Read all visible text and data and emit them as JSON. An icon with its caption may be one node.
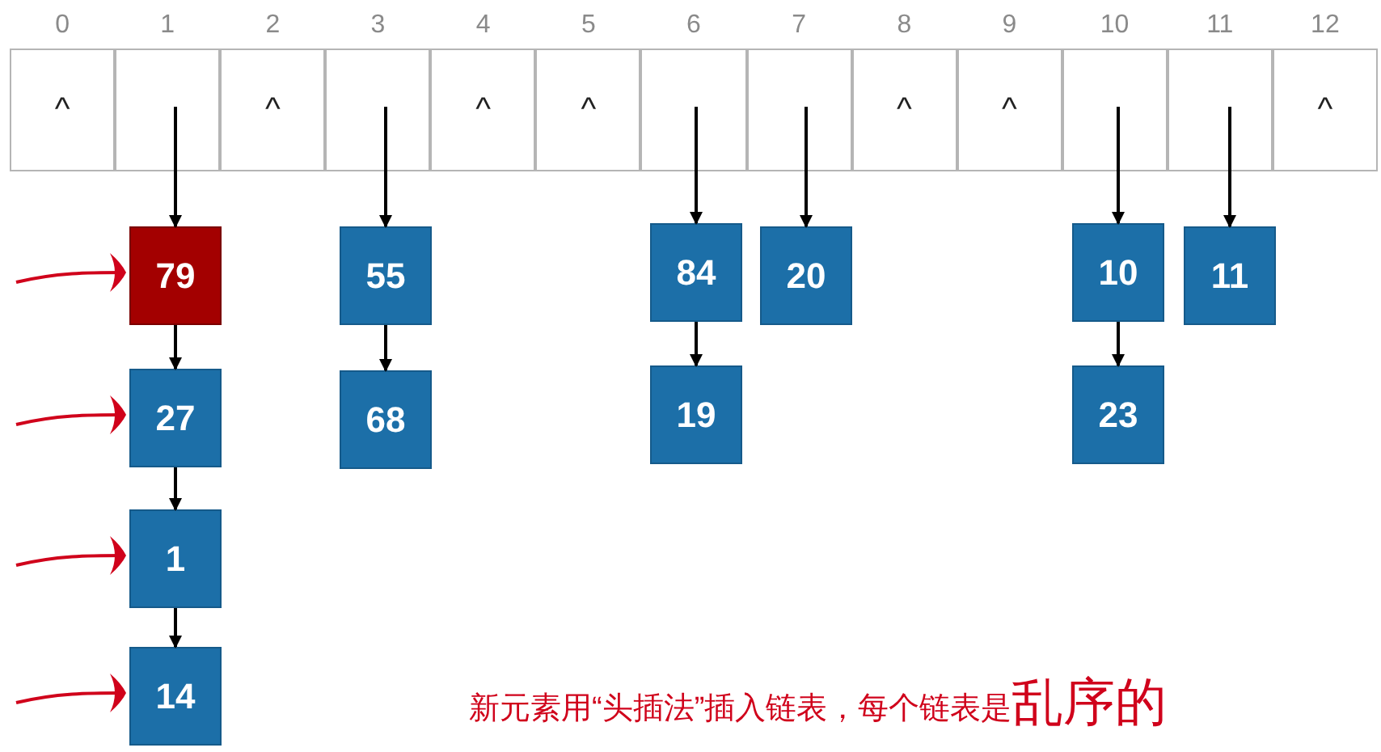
{
  "diagram": {
    "nodes": [
      {
        "text": [
          "^"
        ],
        "beside": [
          "0"
        ]
      },
      {
        "text": [],
        "shape": "box",
        "beside": [
          "1"
        ]
      },
      {
        "text": [
          "^"
        ],
        "beside": [
          "2"
        ]
      },
      {
        "text": [],
        "shape": "box",
        "beside": [
          "3"
        ]
      },
      {
        "text": [
          "^"
        ],
        "beside": [
          "4"
        ]
      },
      {
        "text": [
          "^"
        ],
        "beside": [
          "5"
        ]
      },
      {
        "text": [],
        "shape": "box",
        "beside": [
          "6"
        ]
      },
      {
        "text": [],
        "shape": "box",
        "beside": [
          "7"
        ]
      },
      {
        "text": [
          "^"
        ],
        "beside": [
          "8"
        ]
      },
      {
        "text": [
          "^"
        ],
        "beside": [
          "9"
        ]
      },
      {
        "text": [],
        "shape": "box",
        "beside": [
          "10"
        ]
      },
      {
        "text": [],
        "shape": "box",
        "beside": [
          "11"
        ]
      },
      {
        "text": [
          "^"
        ],
        "beside": [
          "12"
        ]
      },
      {
        "text": [
          "79"
        ]
      },
      {
        "text": [
          "55"
        ]
      },
      {
        "text": [
          "84"
        ]
      },
      {
        "text": [
          "20"
        ]
      },
      {
        "text": [
          "10"
        ]
      },
      {
        "text": [
          "11"
        ]
      },
      {
        "text": [
          "27"
        ]
      },
      {
        "text": [
          "68"
        ]
      },
      {
        "text": [
          "19"
        ]
      },
      {
        "text": [
          "23"
        ]
      },
      {
        "text": [
          "1"
        ]
      },
      {
        "text": [
          "14"
        ]
      }
    ],
    "edges": [
      {
        "from": 1,
        "to": 13,
        "arrow": "to"
      },
      {
        "from": 3,
        "to": 14,
        "arrow": "to"
      },
      {
        "from": 6,
        "to": 15,
        "arrow": "to"
      },
      {
        "from": 7,
        "to": 16,
        "arrow": "to"
      },
      {
        "from": 10,
        "to": 17,
        "arrow": "to"
      },
      {
        "from": 11,
        "to": 18,
        "arrow": "to"
      },
      {
        "from": 13,
        "to": 19,
        "arrow": "to"
      },
      {
        "from": 14,
        "to": 20,
        "arrow": "to"
      },
      {
        "from": 15,
        "to": 21,
        "arrow": "to"
      },
      {
        "from": 17,
        "to": 22,
        "arrow": "to"
      },
      {
        "from": 19,
        "to": 23,
        "arrow": "to"
      },
      {
        "from": 23,
        "to": 24,
        "arrow": "to"
      },
      {
        "from": null,
        "to": 13,
        "arrow": "to",
        "color": "#d0021b"
      },
      {
        "from": null,
        "to": 19,
        "arrow": "to",
        "color": "#d0021b"
      },
      {
        "from": null,
        "to": 23,
        "arrow": "to",
        "color": "#d0021b"
      },
      {
        "from": null,
        "to": 24,
        "arrow": "to",
        "color": "#d0021b"
      }
    ],
    "labels": [
      "新元素用“头插法”插入链表，每个链表是",
      "乱序的"
    ]
  }
}
